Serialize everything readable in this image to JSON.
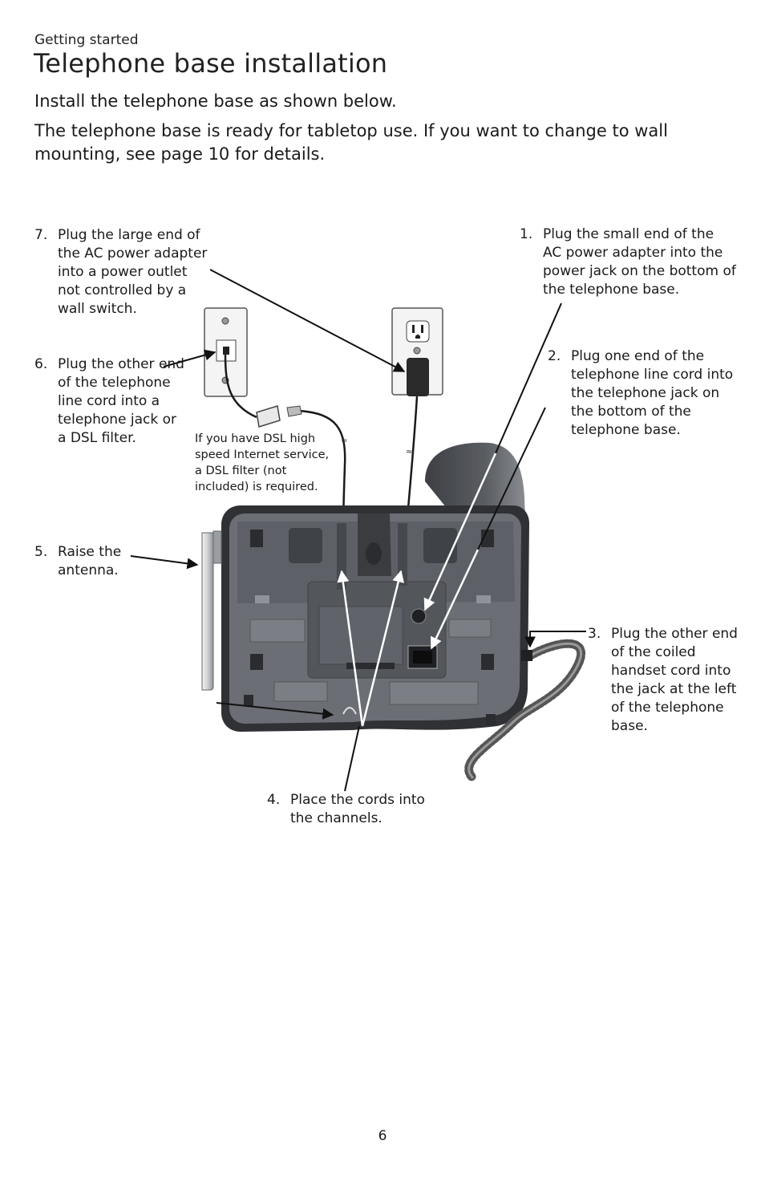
{
  "header": {
    "section": "Getting started",
    "title": "Telephone base installation"
  },
  "intro": {
    "line1": "Install the telephone base as shown below.",
    "line2": "The telephone base is ready for tabletop use. If you want to change to wall mounting, see page 10 for details."
  },
  "steps": [
    {
      "num": "1.",
      "text": "Plug the small end of the AC power adapter into the power jack on the bottom of the telephone base."
    },
    {
      "num": "2.",
      "text": "Plug one end of the telephone line cord into the telephone jack on the bottom of the telephone base."
    },
    {
      "num": "3.",
      "text": "Plug the other end of the coiled handset cord into the jack at the left of the telephone base."
    },
    {
      "num": "4.",
      "text": "Place the cords into the channels."
    },
    {
      "num": "5.",
      "text": "Raise the antenna."
    },
    {
      "num": "6.",
      "text": "Plug the other end of the telephone line cord into a telephone jack or a DSL filter."
    },
    {
      "num": "7.",
      "text": "Plug the large end of the AC power adapter into a power outlet not controlled by a wall switch."
    }
  ],
  "dsl_note": "If you have DSL high speed Internet service, a DSL filter (not included) is required.",
  "footer": {
    "page_number": "6"
  },
  "colors": {
    "base_body": "#6b6e74",
    "base_dark": "#2f3135",
    "wall_plate": "#f4f4f4",
    "adapter": "#2a2a2a"
  }
}
